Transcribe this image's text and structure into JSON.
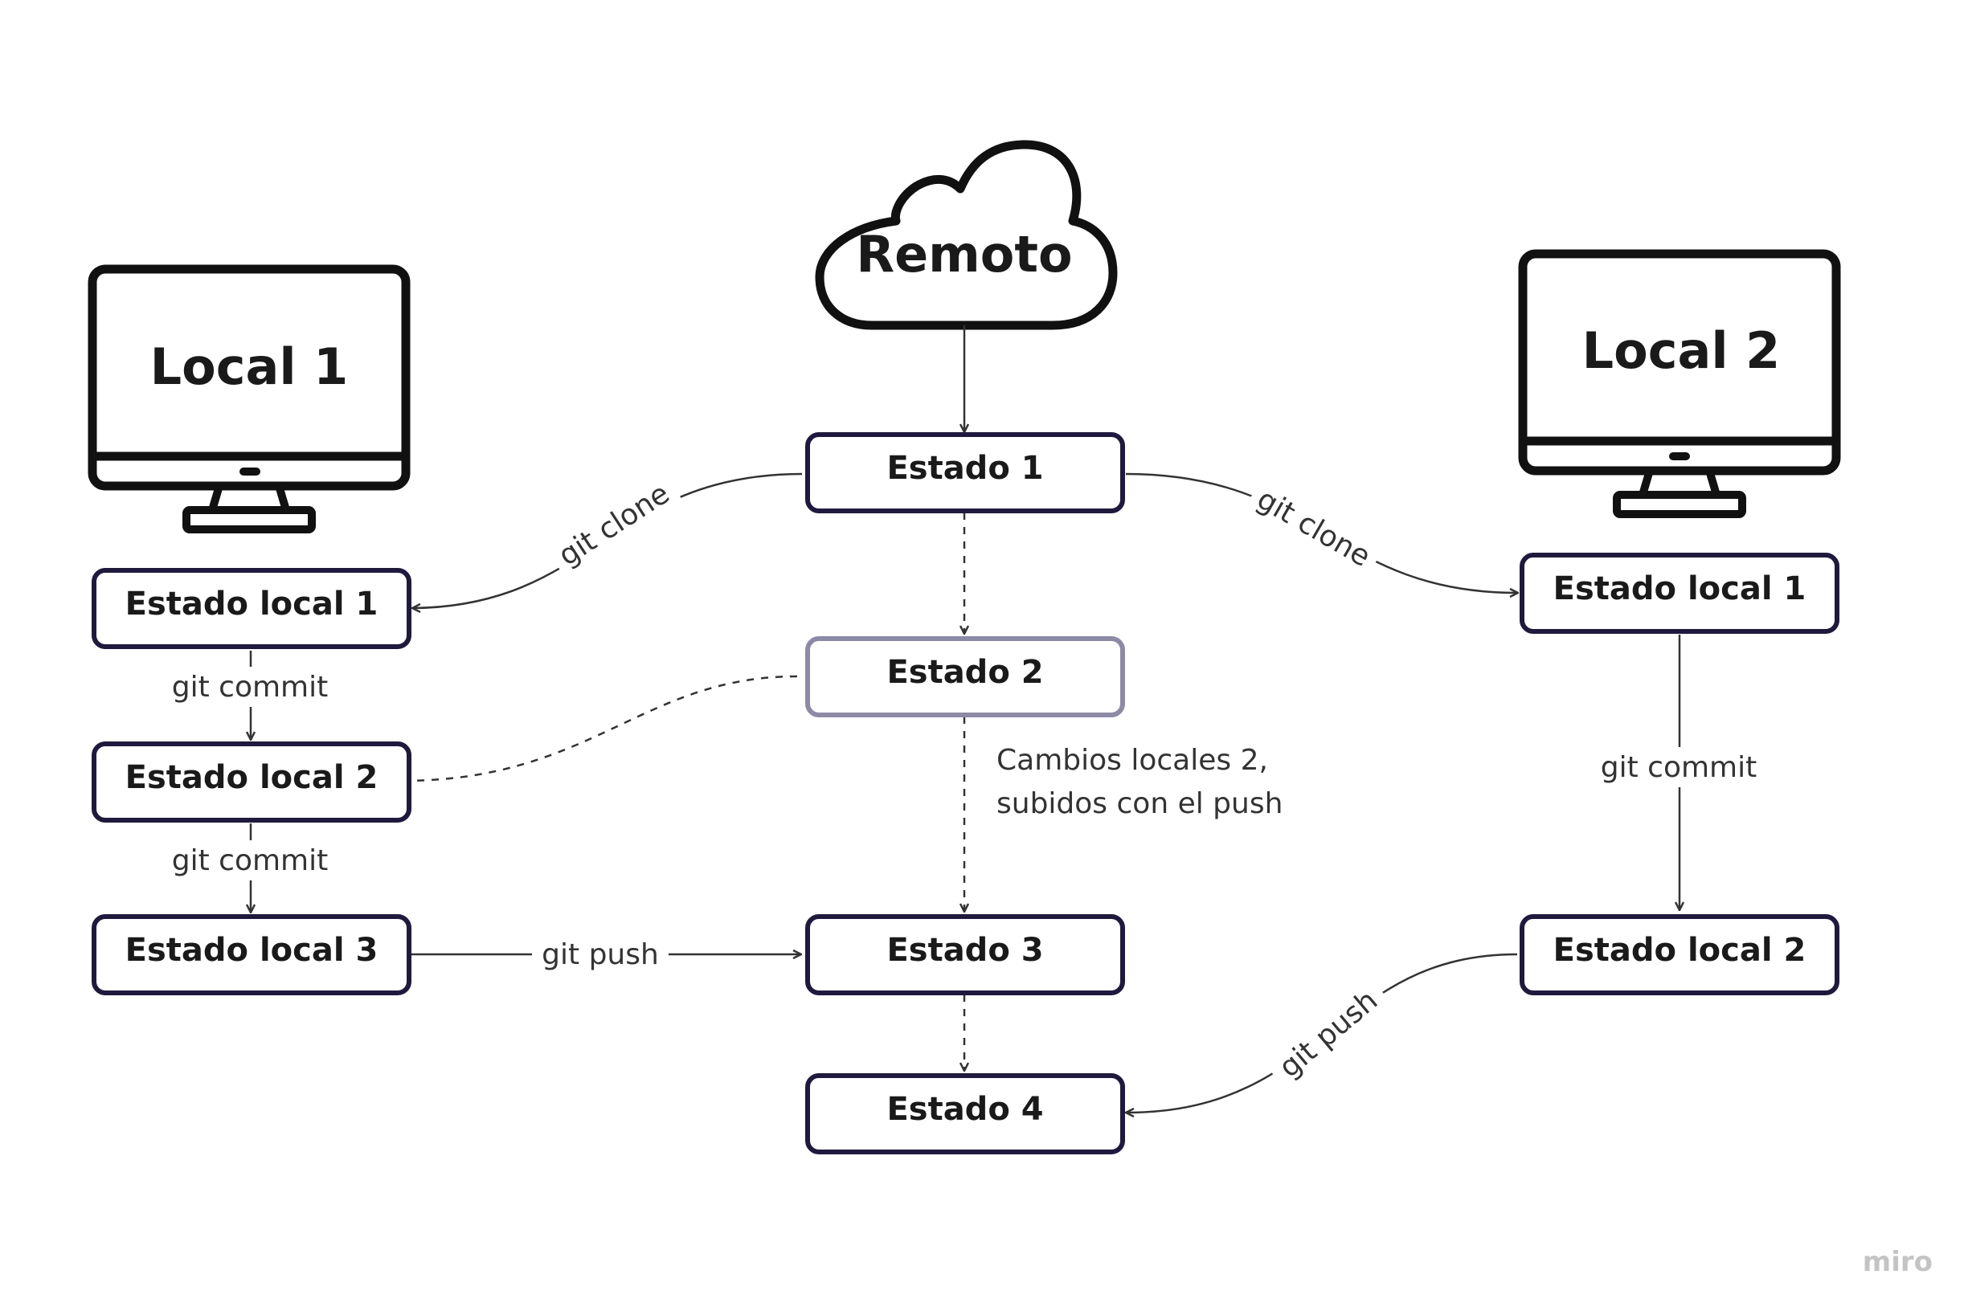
{
  "remote": {
    "label": "Remoto"
  },
  "local1": {
    "label": "Local 1"
  },
  "local2": {
    "label": "Local 2"
  },
  "states": {
    "estado1": "Estado 1",
    "estado2": "Estado 2",
    "estado3": "Estado 3",
    "estado4": "Estado 4"
  },
  "local1_states": {
    "s1": "Estado local 1",
    "s2": "Estado local 2",
    "s3": "Estado local 3"
  },
  "local2_states": {
    "s1": "Estado local 1",
    "s2": "Estado local 2"
  },
  "edges": {
    "clone_left": "git clone",
    "clone_right": "git clone",
    "commit_left_1": "git commit",
    "commit_left_2": "git commit",
    "commit_right": "git commit",
    "push_left": "git push",
    "push_right": "git push"
  },
  "note": {
    "line1": "Cambios locales 2,",
    "line2": "subidos con el push"
  },
  "watermark": "miro",
  "colors": {
    "box_border": "#1f1a3d",
    "faded_border": "#8d8aa6",
    "line": "#333333",
    "icon": "#111111"
  }
}
